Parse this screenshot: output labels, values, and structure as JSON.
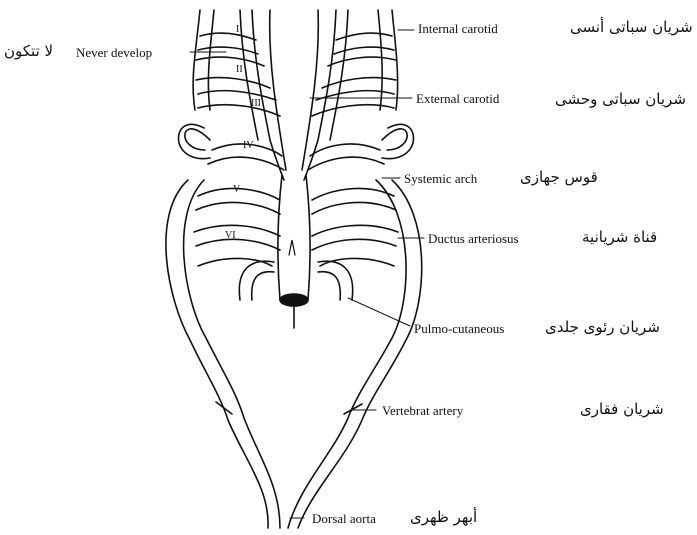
{
  "arch_numerals": [
    "I",
    "II",
    "III",
    "IV",
    "V",
    "VI"
  ],
  "labels": {
    "internal_carotid": {
      "en": "Internal carotid",
      "ar": "شريان سباتى أنسى"
    },
    "never_develop": {
      "en": "Never develop",
      "ar": "لا تتكون"
    },
    "external_carotid": {
      "en": "External carotid",
      "ar": "شريان سباتى وحشى"
    },
    "systemic_arch": {
      "en": "Systemic arch",
      "ar": "قوس جهازى"
    },
    "ductus_arteriosus": {
      "en": "Ductus arteriosus",
      "ar": "قناة شريانية"
    },
    "pulmo_cutaneous": {
      "en": "Pulmo-cutaneous",
      "ar": "شريان رئوى جلدى"
    },
    "vertebral_artery": {
      "en": "Vertebrat artery",
      "ar": "شريان فقارى"
    },
    "dorsal_aorta": {
      "en": "Dorsal aorta",
      "ar": "أبهر ظهرى"
    }
  },
  "colors": {
    "ink": "#111111",
    "paper": "#ffffff"
  }
}
